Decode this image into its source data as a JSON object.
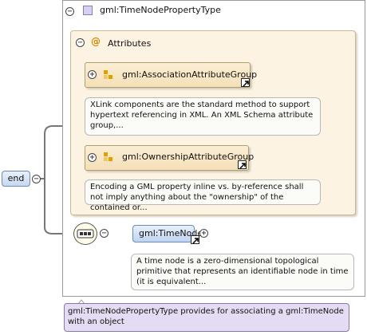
{
  "complex_type": {
    "name": "gml:TimeNodePropertyType",
    "documentation": "gml:TimeNodePropertyType provides for associating a gml:TimeNode with an object"
  },
  "attributes": {
    "title": "Attributes",
    "groups": [
      {
        "name": "gml:AssociationAttributeGroup",
        "note": "XLink components are the standard method to support hypertext referencing in XML. An XML Schema attribute group,..."
      },
      {
        "name": "gml:OwnershipAttributeGroup",
        "note": "Encoding a GML property inline vs. by-reference shall not imply anything about the \"ownership\" of the contained or..."
      }
    ]
  },
  "root": {
    "label": "end"
  },
  "element": {
    "name": "gml:TimeNode",
    "note": "A time node is a zero-dimensional topological primitive that represents an identifiable node in time (it is equivalent..."
  },
  "toggles": {
    "collapse": "−",
    "expand": "+"
  },
  "icons": {
    "type": "complex-type-icon",
    "attributes": "at-sign-icon",
    "group": "attribute-group-icon",
    "sequence": "sequence-icon",
    "link": "link-arrow-icon"
  },
  "colors": {
    "attributes_bg": "#fdf3e2",
    "element_bg": "#c8d8f0",
    "doc_bg": "#e4dcf2"
  }
}
